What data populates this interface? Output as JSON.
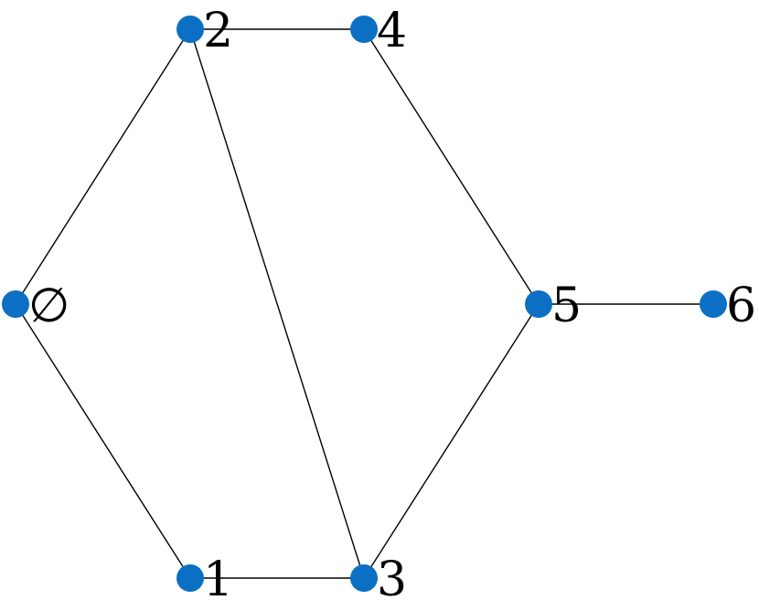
{
  "graph": {
    "node_color": "#0b70c4",
    "edge_color": "#000000",
    "nodes": [
      {
        "id": "n0",
        "label": "∅"
      },
      {
        "id": "n1",
        "label": "1"
      },
      {
        "id": "n2",
        "label": "2"
      },
      {
        "id": "n3",
        "label": "3"
      },
      {
        "id": "n4",
        "label": "4"
      },
      {
        "id": "n5",
        "label": "5"
      },
      {
        "id": "n6",
        "label": "6"
      }
    ],
    "edges": [
      {
        "from": "n0",
        "to": "n2"
      },
      {
        "from": "n0",
        "to": "n1"
      },
      {
        "from": "n2",
        "to": "n4"
      },
      {
        "from": "n2",
        "to": "n3"
      },
      {
        "from": "n1",
        "to": "n3"
      },
      {
        "from": "n4",
        "to": "n5"
      },
      {
        "from": "n3",
        "to": "n5"
      },
      {
        "from": "n5",
        "to": "n6"
      }
    ]
  }
}
